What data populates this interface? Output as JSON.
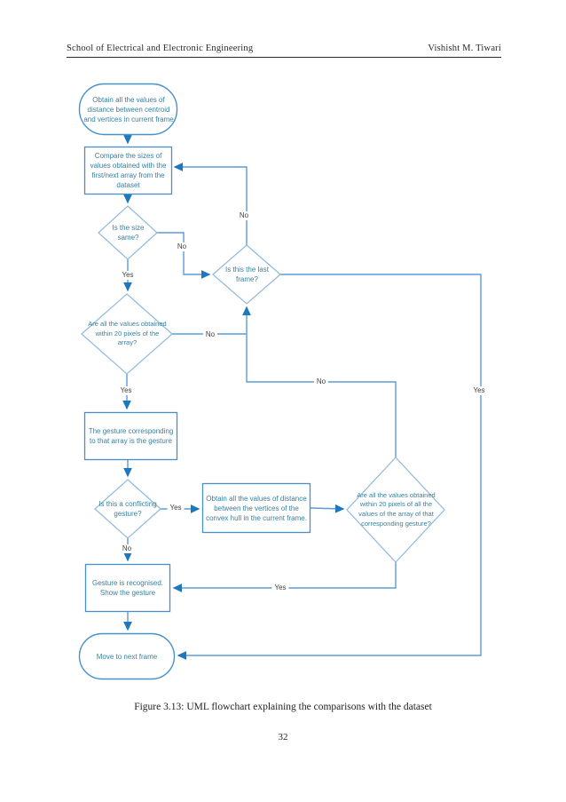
{
  "page": {
    "header_left": "School of Electrical and Electronic Engineering",
    "header_right": "Vishisht M. Tiwari",
    "caption": "Figure 3.13: UML flowchart explaining the comparisons with the dataset",
    "page_number": "32"
  },
  "flowchart": {
    "colors": {
      "terminator_process_border": "#4a90c8",
      "decision_border": "#8fb8dc",
      "node_fill": "#ffffff",
      "node_text": "#35809f",
      "connector_line": "#5b9bd5",
      "arrowhead": "#1e78c0",
      "edge_label_text": "#3f3f3f"
    },
    "nodes": [
      {
        "id": "start",
        "shape": "terminator",
        "text": "Obtain all the values of distance between centroid and vertices in current frame"
      },
      {
        "id": "compare-sizes",
        "shape": "process",
        "text": "Compare the sizes of values obtained with the first/next array from the dataset"
      },
      {
        "id": "size-same",
        "shape": "decision",
        "text": "Is the size same?"
      },
      {
        "id": "last-frame",
        "shape": "decision",
        "text": "Is this the last frame?"
      },
      {
        "id": "within-20-pixels-array",
        "shape": "decision",
        "text": "Are all the values obtained within 20 pixels of the array?"
      },
      {
        "id": "gesture-corresponding",
        "shape": "process",
        "text": "The gesture corresponding to that array is the gesture"
      },
      {
        "id": "conflicting-gesture",
        "shape": "decision",
        "text": "Is this a conflicting gesture?"
      },
      {
        "id": "convex-hull",
        "shape": "process",
        "text": "Obtain all the values of distance between the vertices of the convex hull in the current frame."
      },
      {
        "id": "within-20-pixels-gesture",
        "shape": "decision",
        "text": "Are all the values obtained within 20 pixels of all the values of the array of that corresponding gesture?"
      },
      {
        "id": "gesture-recognised",
        "shape": "process",
        "text": "Gesture is recognised. Show the gesture"
      },
      {
        "id": "move-next-frame",
        "shape": "terminator",
        "text": "Move to next frame"
      }
    ],
    "edge_labels": [
      {
        "edge": "size-same-no",
        "text": "No"
      },
      {
        "edge": "size-same-yes",
        "text": "Yes"
      },
      {
        "edge": "last-frame-no",
        "text": "No"
      },
      {
        "edge": "last-frame-yes",
        "text": "Yes"
      },
      {
        "edge": "within-array-no",
        "text": "No"
      },
      {
        "edge": "within-gesture-no",
        "text": "No"
      },
      {
        "edge": "within-array-yes",
        "text": "Yes"
      },
      {
        "edge": "conflicting-yes",
        "text": "Yes"
      },
      {
        "edge": "conflicting-no",
        "text": "No"
      },
      {
        "edge": "within-gesture-yes",
        "text": "Yes"
      }
    ]
  }
}
